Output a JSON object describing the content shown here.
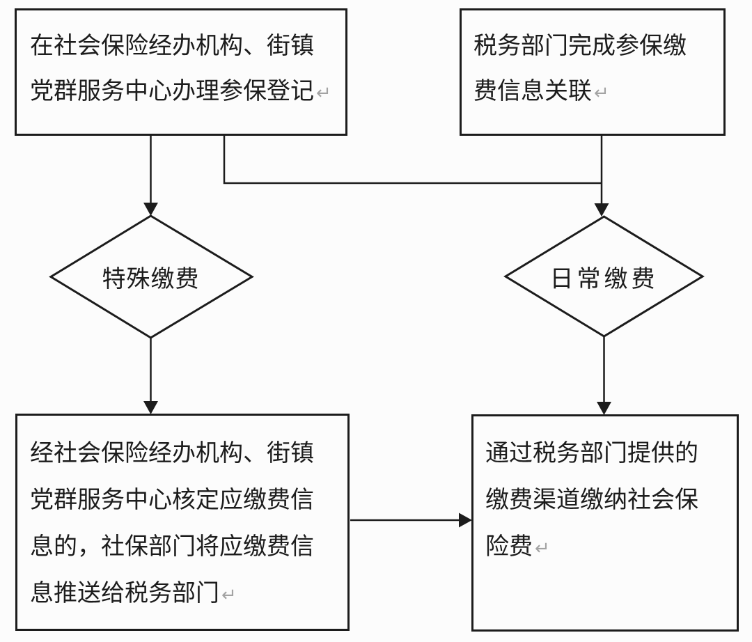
{
  "colors": {
    "background": "#fcfcfc",
    "line": "#1c1c1c",
    "text": "#1c1c1c",
    "return_mark": "#a3a3a3"
  },
  "marks": {
    "return_symbol": "↵"
  },
  "nodes": {
    "register_box": {
      "lines": [
        "在社会保险经办机构、街镇",
        "党群服务中心办理参保登记"
      ]
    },
    "tax_link_box": {
      "lines": [
        "税务部门完成参保缴",
        "费信息关联"
      ]
    },
    "special_payment_diamond": {
      "label": "特殊缴费"
    },
    "daily_payment_diamond": {
      "label": "日常缴费"
    },
    "verify_box": {
      "lines": [
        "经社会保险经办机构、街镇",
        "党群服务中心核定应缴费信",
        "息的，社保部门将应缴费信",
        "息推送给税务部门"
      ]
    },
    "pay_box": {
      "lines": [
        "通过税务部门提供的",
        "缴费渠道缴纳社会保",
        "险费"
      ]
    }
  }
}
